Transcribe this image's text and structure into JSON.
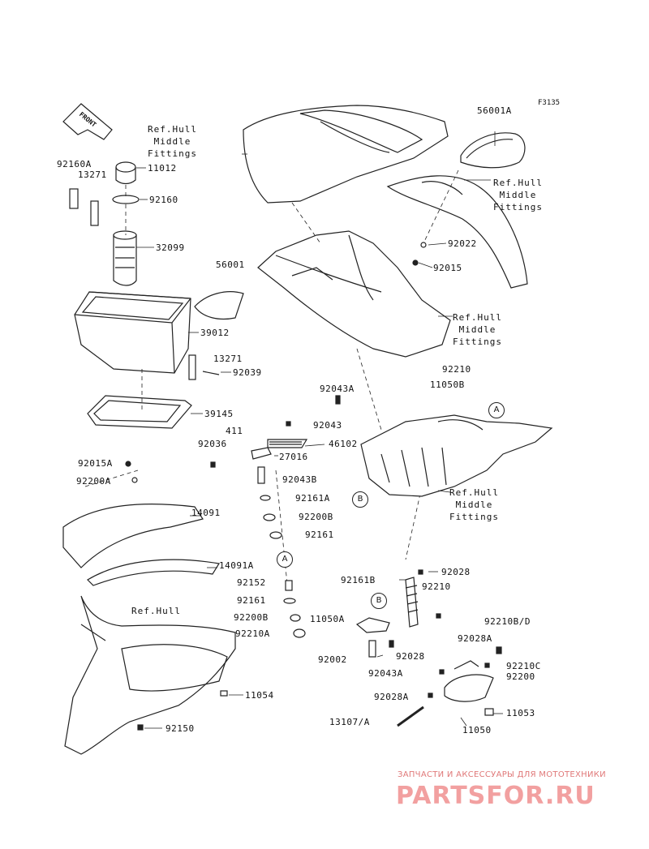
{
  "figure_code": "F3135",
  "front_label": "FRONT",
  "part_labels": {
    "p56001A": "56001A",
    "p11012": "11012",
    "p92160A": "92160A",
    "p13271a": "13271",
    "p92160": "92160",
    "p32099": "32099",
    "p92022": "92022",
    "p92015": "92015",
    "p56001": "56001",
    "p39012": "39012",
    "p13271b": "13271",
    "p92039": "92039",
    "p92210a": "92210",
    "p11050B": "11050B",
    "p92043A_top": "92043A",
    "p39145": "39145",
    "p92043": "92043",
    "p411": "411",
    "p92036": "92036",
    "p46102": "46102",
    "p27016": "27016",
    "p92015A": "92015A",
    "p92200A": "92200A",
    "p92043B": "92043B",
    "p92161A": "92161A",
    "p14091": "14091",
    "p92200B": "92200B",
    "p92161a": "92161",
    "p14091A": "14091A",
    "p92152": "92152",
    "p92161b": "92161",
    "p92200B_2": "92200B",
    "p92210A": "92210A",
    "p11050A": "11050A",
    "p92002": "92002",
    "p92161B": "92161B",
    "p92028a": "92028",
    "p92210b": "92210",
    "p92210BD": "92210B/D",
    "p92028A_1": "92028A",
    "p92028b": "92028",
    "p92043A_bot": "92043A",
    "p92210C": "92210C",
    "p92200": "92200",
    "p92028A_2": "92028A",
    "p11053": "11053",
    "p13107A": "13107/A",
    "p11050": "11050",
    "p11054": "11054",
    "p92150": "92150"
  },
  "ref_notes": {
    "hull_mid_1": "Ref.Hull\nMiddle\nFittings",
    "hull_mid_2": "Ref.Hull\nMiddle\nFittings",
    "hull_mid_3": "Ref.Hull\nMiddle\nFittings",
    "hull_mid_4": "Ref.Hull\nMiddle\nFittings",
    "hull": "Ref.Hull"
  },
  "callouts": {
    "a_top": "A",
    "a_mid": "A",
    "b_left": "B",
    "b_bot": "B"
  },
  "watermark": {
    "tagline": "ЗАПЧАСТИ И АКСЕССУАРЫ ДЛЯ МОТОТЕХНИКИ",
    "logo": "PARTSFOR.RU"
  }
}
